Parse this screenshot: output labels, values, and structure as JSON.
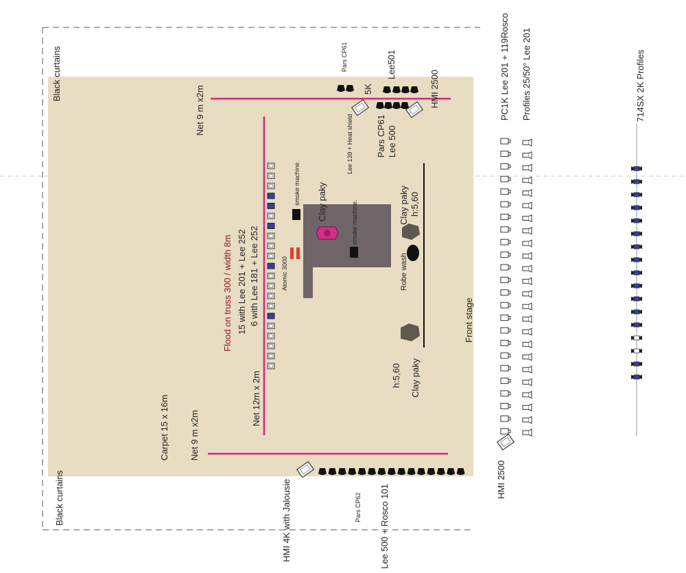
{
  "labels": {
    "black_curtains_top": "Black curtains",
    "black_curtains_bottom": "Black curtains",
    "pars_cp61_top": "Pars CP61",
    "lee501": "Lee501",
    "five_k": "5K",
    "hmi2500_top": "HMI 2500",
    "pc1k": "PC1K  Lee 201 + 119Rosco",
    "profiles": "Profiles 25/50°  Lee 201",
    "profiles_714sx": "714SX 2K Profiles",
    "net_9m_top": "Net 9 m x2m",
    "lee139": "Lee 139 + Heat shield",
    "pars_cp61_mid": "Pars CP61",
    "lee500_mid": "Lee 500",
    "smoke_machine_1": "smoke machine.",
    "smoke_machine_2": "smoke machine.",
    "clay_paky_1": "Clay paky",
    "clay_paky_2": "Clay paky",
    "h560_1": "h:5,60",
    "clay_paky_3": "Clay paky",
    "h560_2": "h:5,60",
    "flood_truss": "Flood on truss 300 / width 8m",
    "flood_line2": "15 with Lee 201 + Lee 252",
    "flood_line3": "6 with Lee 181 + Lee 252",
    "atomic": "Atomic 3000",
    "robe_wash": "Robe wash",
    "front_stage": "Front stage",
    "net_12m": "Net 12m x 2m",
    "carpet": "Carpet 15 x 16m",
    "net_9m_bottom": "Net 9 m x2m",
    "hmi4k": "HMI 4K with Jalousie",
    "pars_cp62": "Pars CP62",
    "lee500_rosco": "Lee 500 + Rosco 101",
    "hmi2500_bottom": "HMI 2500"
  },
  "colors": {
    "stage": "#e8dcc2",
    "net": "#d6247a",
    "platform": "#6f6568",
    "fixture_blue": "#3b3f9c",
    "atomic": "#e23b2e",
    "clay_paky_center": "#d22e8c",
    "clay_paky_body": "#5f584c"
  }
}
